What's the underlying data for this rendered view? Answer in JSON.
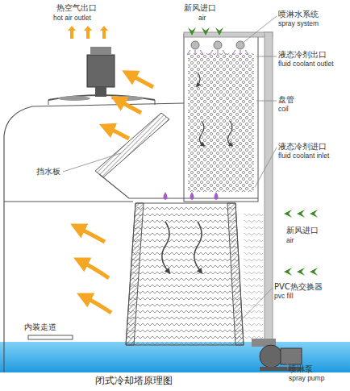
{
  "diagram": {
    "caption": "闭式冷却塔原理图",
    "labels": [
      "热空气出口",
      "hot air outlet",
      "新风进口",
      "air",
      "喷淋水系统",
      "spray system",
      "液态冷剂出口",
      "fluid coolant outlet",
      "盘管",
      "coil",
      "液态冷剂进口",
      "fluid coolant inlet",
      "挡水板",
      "新风进口",
      "air",
      "内装走道",
      "PVC热交换器",
      "pvc fill",
      "喷淋泵",
      "spray pump"
    ]
  }
}
